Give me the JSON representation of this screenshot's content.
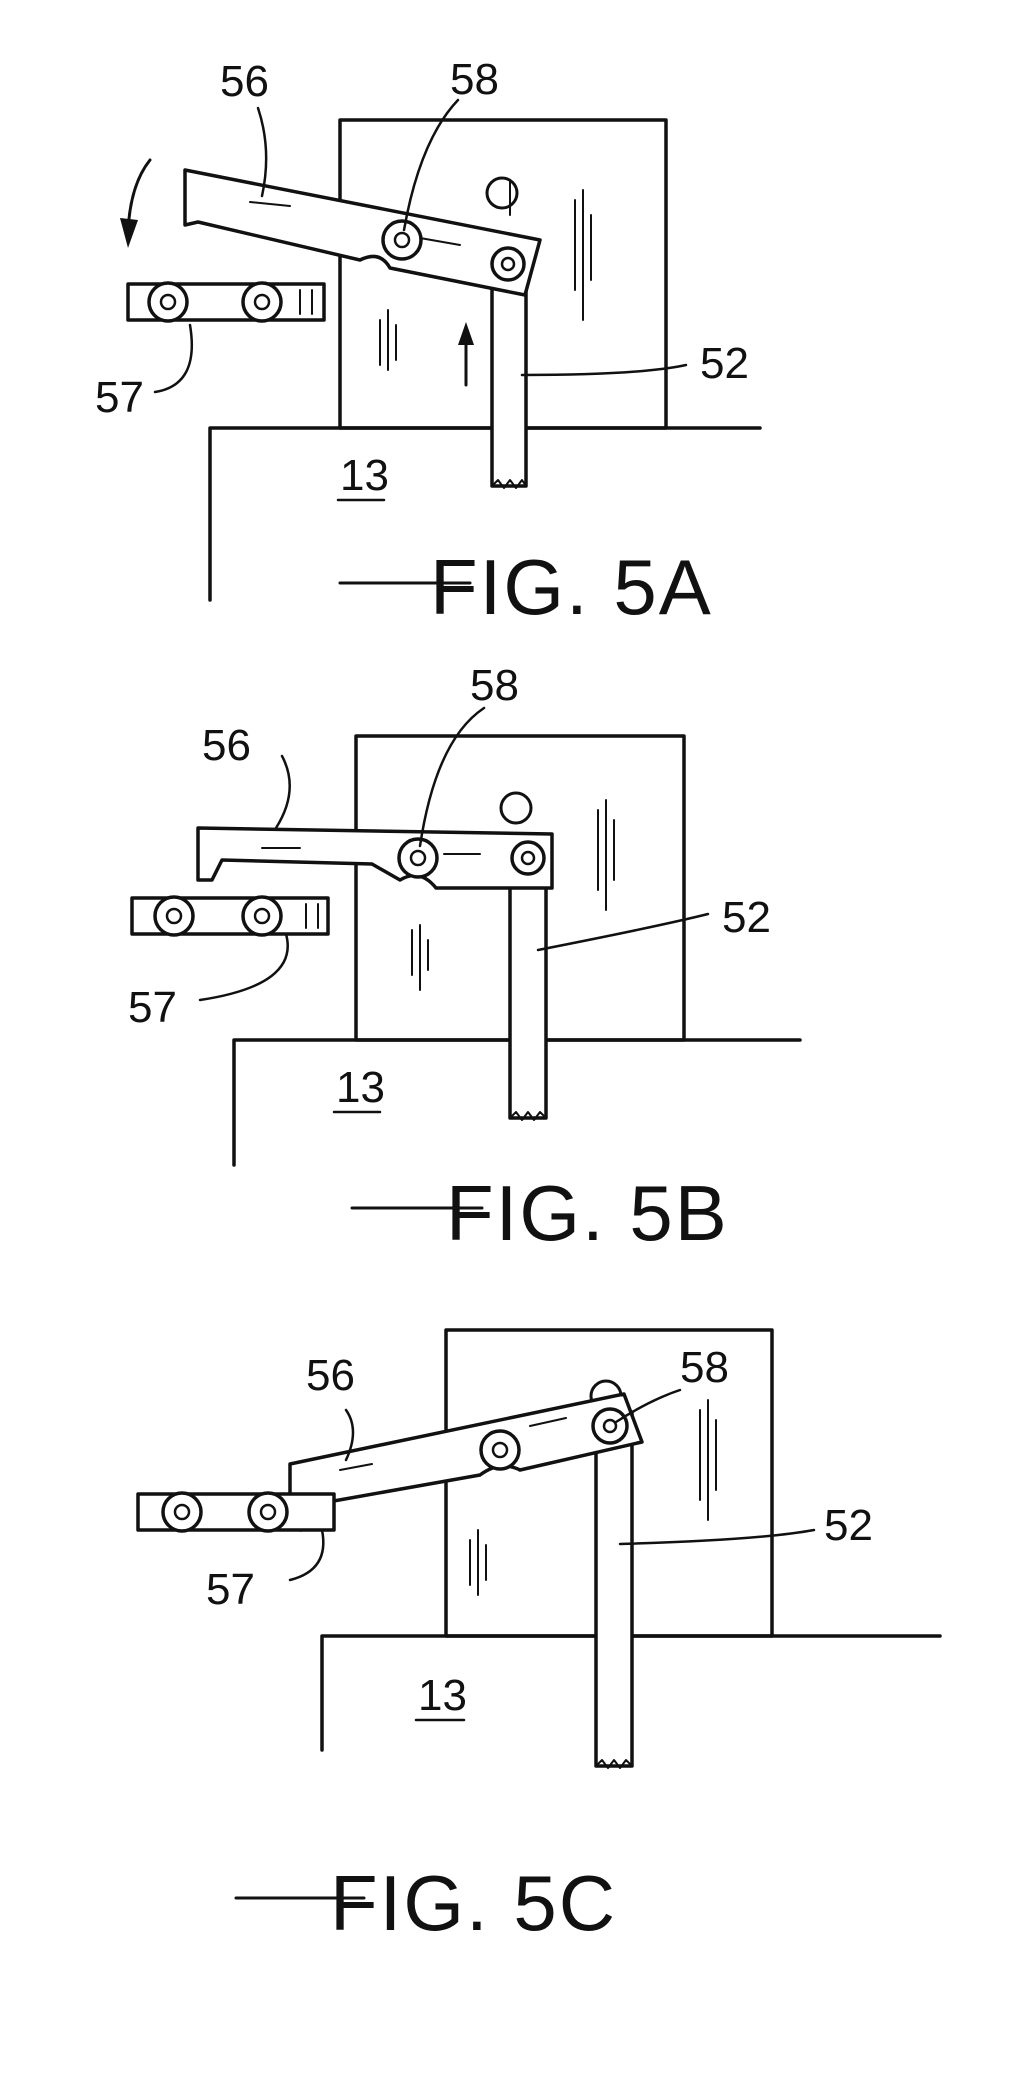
{
  "colors": {
    "ink": "#111111",
    "paper": "#ffffff"
  },
  "figures": [
    {
      "caption": "FIG. 5A",
      "labels": {
        "lever": "56",
        "pivot": "58",
        "bracket": "57",
        "rod": "52",
        "base": "13"
      },
      "arrow_icons": [
        "arrow-curved-down-icon",
        "arrow-up-icon"
      ]
    },
    {
      "caption": "FIG. 5B",
      "labels": {
        "lever": "56",
        "pivot": "58",
        "bracket": "57",
        "rod": "52",
        "base": "13"
      }
    },
    {
      "caption": "FIG. 5C",
      "labels": {
        "lever": "56",
        "pivot": "58",
        "bracket": "57",
        "rod": "52",
        "base": "13"
      }
    }
  ]
}
